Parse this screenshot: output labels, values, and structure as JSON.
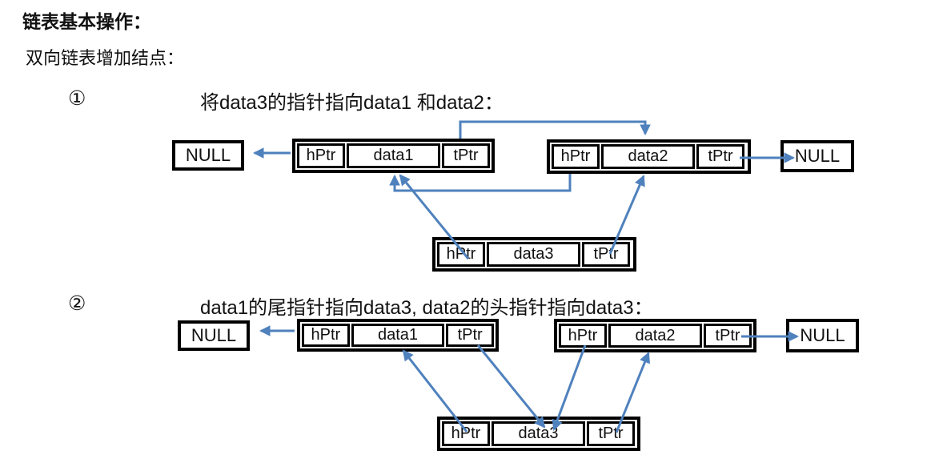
{
  "page": {
    "title": "链表基本操作：",
    "subtitle": "双向链表增加结点："
  },
  "steps": [
    {
      "number": "①",
      "text": "将data3的指针指向data1 和data2："
    },
    {
      "number": "②",
      "text": "data1的尾指针指向data3, data2的头指针指向data3："
    }
  ],
  "diagram1": {
    "null_left": "NULL",
    "null_right": "NULL",
    "node_data1": {
      "h": "hPtr",
      "d": "data1",
      "t": "tPtr"
    },
    "node_data2": {
      "h": "hPtr",
      "d": "data2",
      "t": "tPtr"
    },
    "node_data3": {
      "h": "hPtr",
      "d": "data3",
      "t": "tPtr"
    },
    "connections": [
      {
        "from": "data1.hPtr",
        "to": "NULL-left"
      },
      {
        "from": "data1.tPtr",
        "to": "data2"
      },
      {
        "from": "data2.hPtr",
        "to": "data1"
      },
      {
        "from": "data2.tPtr",
        "to": "NULL-right"
      },
      {
        "from": "data3.hPtr",
        "to": "data1"
      },
      {
        "from": "data3.tPtr",
        "to": "data2"
      }
    ]
  },
  "diagram2": {
    "null_left": "NULL",
    "null_right": "NULL",
    "node_data1": {
      "h": "hPtr",
      "d": "data1",
      "t": "tPtr"
    },
    "node_data2": {
      "h": "hPtr",
      "d": "data2",
      "t": "tPtr"
    },
    "node_data3": {
      "h": "hPtr",
      "d": "data3",
      "t": "tPtr"
    },
    "connections": [
      {
        "from": "data1.hPtr",
        "to": "NULL-left"
      },
      {
        "from": "data2.tPtr",
        "to": "NULL-right"
      },
      {
        "from": "data3.hPtr",
        "to": "data1"
      },
      {
        "from": "data1.tPtr",
        "to": "data3"
      },
      {
        "from": "data2.hPtr",
        "to": "data3"
      },
      {
        "from": "data3.tPtr",
        "to": "data2"
      }
    ]
  },
  "colors": {
    "arrow": "#4f81bd",
    "box_border": "#000000",
    "text": "#111111",
    "background": "#ffffff"
  }
}
